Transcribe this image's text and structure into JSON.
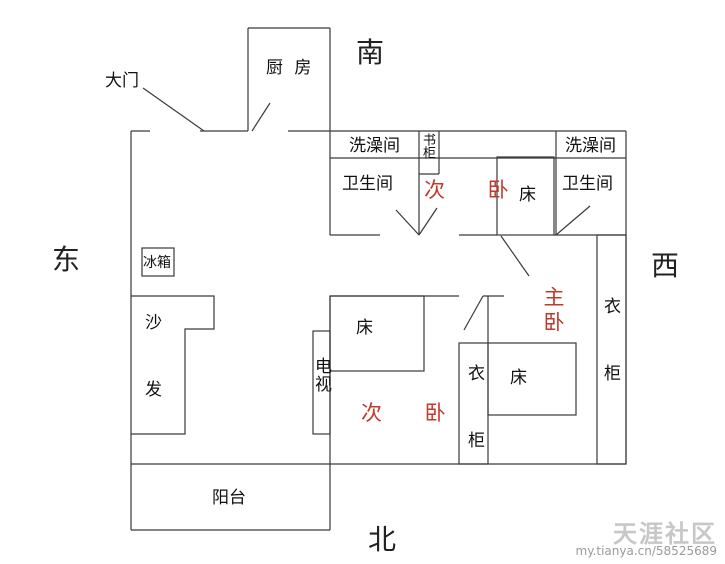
{
  "directions": {
    "north": "北",
    "south": "南",
    "east": "东",
    "west": "西"
  },
  "rooms": {
    "main_door": "大门",
    "kitchen": "厨 房",
    "shower_left": "洗澡间",
    "bookcase": "书柜",
    "shower_right": "洗澡间",
    "toilet_left": "卫生间",
    "second_bedroom_top": "次 卧",
    "bed_top": "床",
    "toilet_right": "卫生间",
    "fridge": "冰箱",
    "master_bedroom": "主卧",
    "wardrobe_right": "衣柜",
    "sofa": "沙发",
    "bed_middle": "床",
    "tv": "电视",
    "wardrobe_middle": "衣柜",
    "bed_master": "床",
    "second_bedroom_bottom": "次 卧",
    "balcony": "阳台"
  },
  "watermark": {
    "brand": "天涯社区",
    "url": "my.tianya.cn/58525689"
  }
}
